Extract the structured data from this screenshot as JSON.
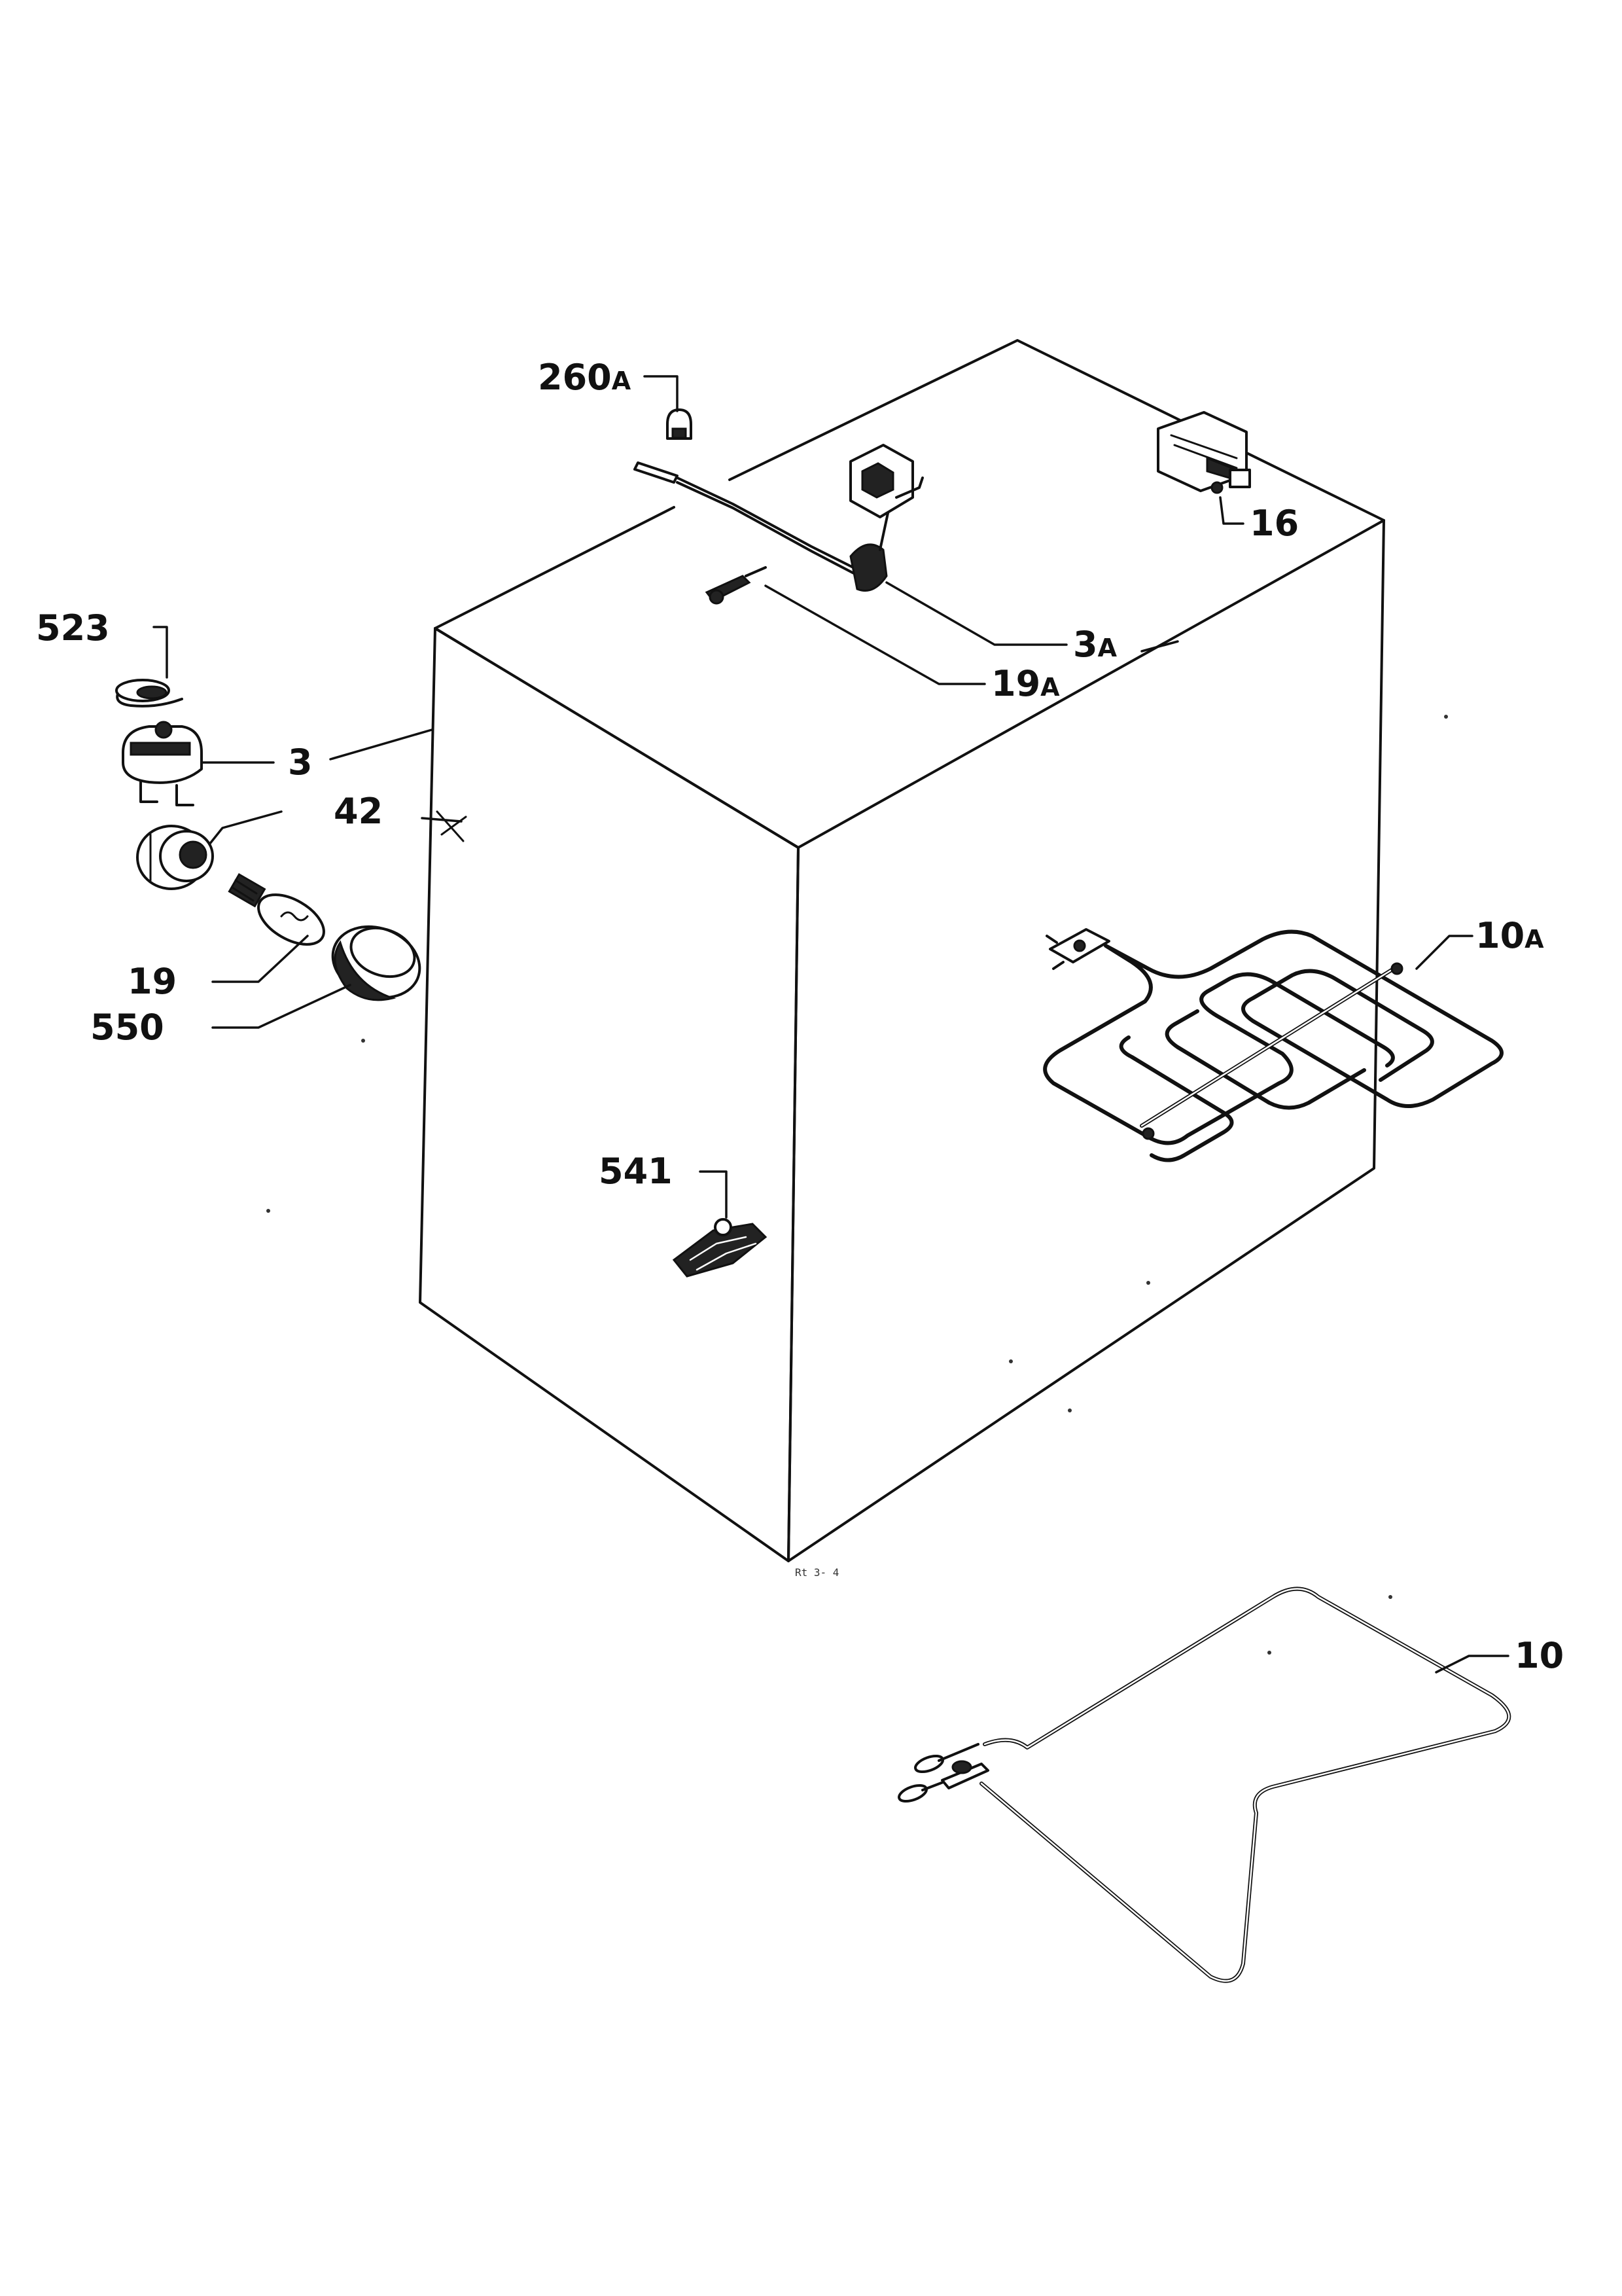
{
  "drawing_code": "Rt 3- 4",
  "callouts": [
    {
      "id": "260a",
      "number": "260",
      "suffix": "A"
    },
    {
      "id": "523",
      "number": "523",
      "suffix": ""
    },
    {
      "id": "3",
      "number": "3",
      "suffix": ""
    },
    {
      "id": "42",
      "number": "42",
      "suffix": ""
    },
    {
      "id": "19",
      "number": "19",
      "suffix": ""
    },
    {
      "id": "550",
      "number": "550",
      "suffix": ""
    },
    {
      "id": "16",
      "number": "16",
      "suffix": ""
    },
    {
      "id": "3a",
      "number": "3",
      "suffix": "A"
    },
    {
      "id": "19a",
      "number": "19",
      "suffix": "A"
    },
    {
      "id": "10a",
      "number": "10",
      "suffix": "A"
    },
    {
      "id": "541",
      "number": "541",
      "suffix": ""
    },
    {
      "id": "10",
      "number": "10",
      "suffix": ""
    }
  ]
}
